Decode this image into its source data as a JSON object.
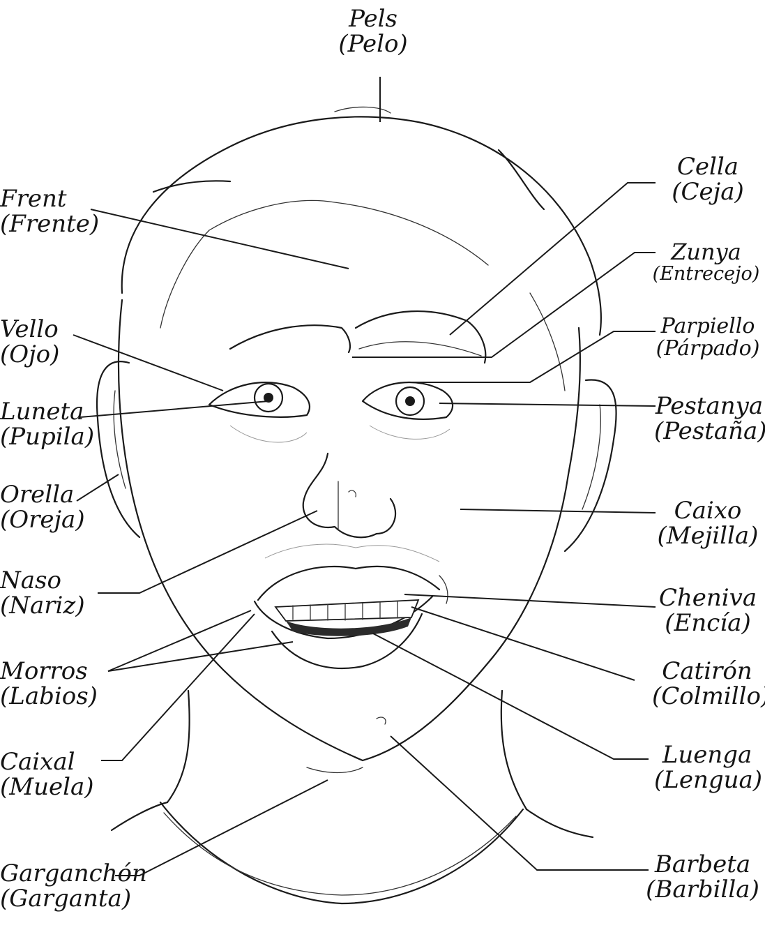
{
  "labels": {
    "pelo": {
      "main": "Pels",
      "sub": "(Pelo)"
    },
    "frente": {
      "main": "Frent",
      "sub": "(Frente)"
    },
    "ojo": {
      "main": "Vello",
      "sub": "(Ojo)"
    },
    "pupila": {
      "main": "Luneta",
      "sub": "(Pupila)"
    },
    "oreja": {
      "main": "Orella",
      "sub": "(Oreja)"
    },
    "nariz": {
      "main": "Naso",
      "sub": "(Nariz)"
    },
    "labios": {
      "main": "Morros",
      "sub": "(Labios)"
    },
    "muela": {
      "main": "Caixal",
      "sub": "(Muela)"
    },
    "garganta": {
      "main": "Garganchón",
      "sub": "(Garganta)"
    },
    "ceja": {
      "main": "Cella",
      "sub": "(Ceja)"
    },
    "entrecejo": {
      "main": "Zunya",
      "sub": "(Entrecejo)"
    },
    "parpado": {
      "main": "Parpiello",
      "sub": "(Párpado)"
    },
    "pestana": {
      "main": "Pestanya",
      "sub": "(Pestaña)"
    },
    "mejilla": {
      "main": "Caixo",
      "sub": "(Mejilla)"
    },
    "encia": {
      "main": "Cheniva",
      "sub": "(Encía)"
    },
    "colmillo": {
      "main": "Catirón",
      "sub": "(Colmillo)"
    },
    "lengua": {
      "main": "Luenga",
      "sub": "(Lengua)"
    },
    "barbilla": {
      "main": "Barbeta",
      "sub": "(Barbilla)"
    }
  },
  "colors": {
    "ink": "#1a1a1a",
    "paper": "#ffffff"
  }
}
